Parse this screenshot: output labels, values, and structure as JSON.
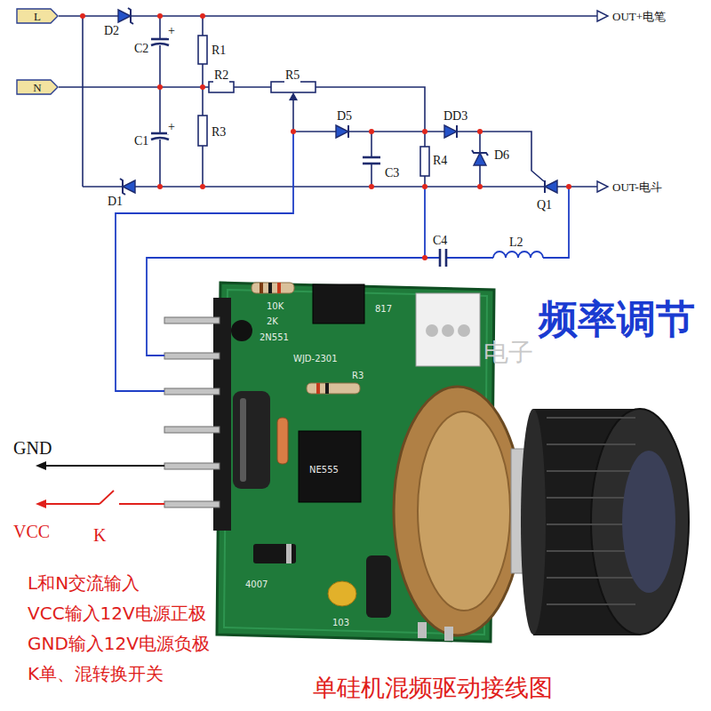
{
  "diagram": {
    "caption": "单硅机混频驱动接线图",
    "nodes": [
      {
        "text": [
          "L"
        ]
      },
      {
        "text": [
          "N"
        ]
      }
    ],
    "labels": [
      "D2",
      "C2",
      "+",
      "R1",
      "OUT+电笔",
      "R2",
      "R5",
      "D5",
      "DD3",
      "D1",
      "C1",
      "+",
      "R3",
      "C3",
      "R4",
      "D6",
      "Q1",
      "OUT-电斗",
      "C4",
      "L2",
      "频率调节",
      "电子",
      "10K",
      "2K",
      "2N551",
      "817",
      "WJD-2301",
      "R3",
      "NE555",
      "103",
      "4007",
      "GND",
      "VCC",
      "K",
      "L和N交流输入",
      "VCC输入12V电源正极",
      "GND输入12V电源负极",
      "K单、混转换开关"
    ]
  }
}
